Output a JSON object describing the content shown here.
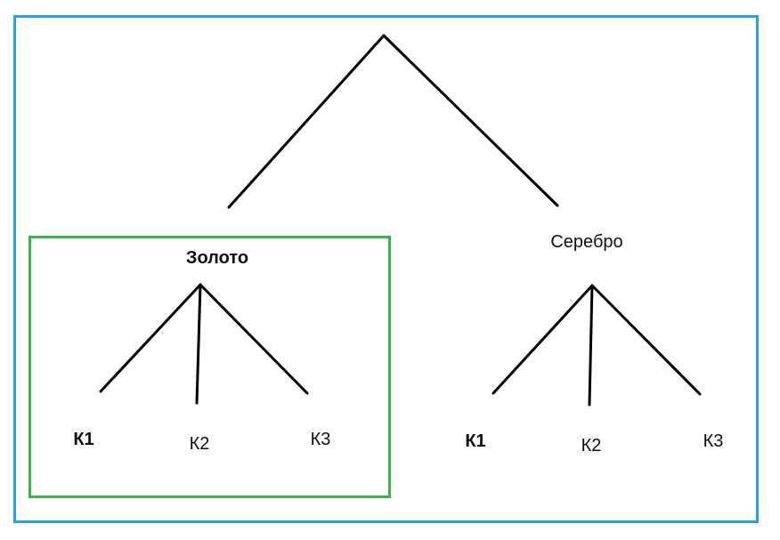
{
  "colors": {
    "outer_frame": "#29a3e0",
    "highlight_frame": "#3bb54a",
    "line": "#000000",
    "text": "#111111"
  },
  "tree": {
    "branches": [
      {
        "label": "Золото",
        "bold": true,
        "highlighted": true,
        "leaves": [
          {
            "label": "К1",
            "bold": true
          },
          {
            "label": "К2",
            "bold": false
          },
          {
            "label": "К3",
            "bold": false
          }
        ]
      },
      {
        "label": "Серебро",
        "bold": false,
        "highlighted": false,
        "leaves": [
          {
            "label": "К1",
            "bold": true
          },
          {
            "label": "К2",
            "bold": false
          },
          {
            "label": "К3",
            "bold": false
          }
        ]
      }
    ]
  }
}
